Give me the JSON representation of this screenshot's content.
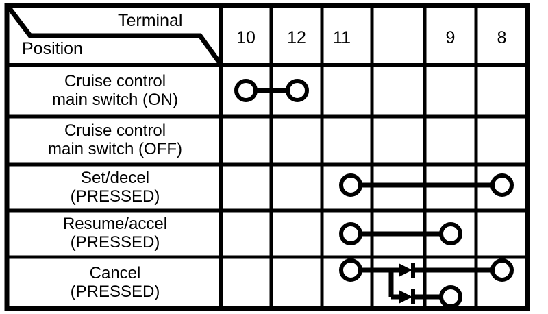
{
  "diagram": {
    "type": "switch-continuity-table",
    "title_axis_columns": "Terminal",
    "title_axis_rows": "Position",
    "stroke_color": "#000000",
    "background_color": "#ffffff",
    "columns": [
      {
        "id": "c10",
        "label": "10"
      },
      {
        "id": "c12",
        "label": "12"
      },
      {
        "id": "c11",
        "label": "11"
      },
      {
        "id": "cblank",
        "label": ""
      },
      {
        "id": "c9",
        "label": "9"
      },
      {
        "id": "c8",
        "label": "8"
      }
    ],
    "rows": [
      {
        "id": "r1",
        "line1": "Cruise control",
        "line2": "main switch (ON)",
        "continuity": [
          "10",
          "12"
        ],
        "has_diodes": false
      },
      {
        "id": "r2",
        "line1": "Cruise control",
        "line2": "main switch (OFF)",
        "continuity": [],
        "has_diodes": false
      },
      {
        "id": "r3",
        "line1": "Set/decel",
        "line2": "(PRESSED)",
        "continuity": [
          "11",
          "8"
        ],
        "has_diodes": false
      },
      {
        "id": "r4",
        "line1": "Resume/accel",
        "line2": "(PRESSED)",
        "continuity": [
          "11",
          "9"
        ],
        "has_diodes": false
      },
      {
        "id": "r5",
        "line1": "Cancel",
        "line2": "(PRESSED)",
        "continuity": [
          "11",
          "9",
          "8"
        ],
        "has_diodes": true,
        "diode_count": 2,
        "diode_direction": "right"
      }
    ]
  }
}
